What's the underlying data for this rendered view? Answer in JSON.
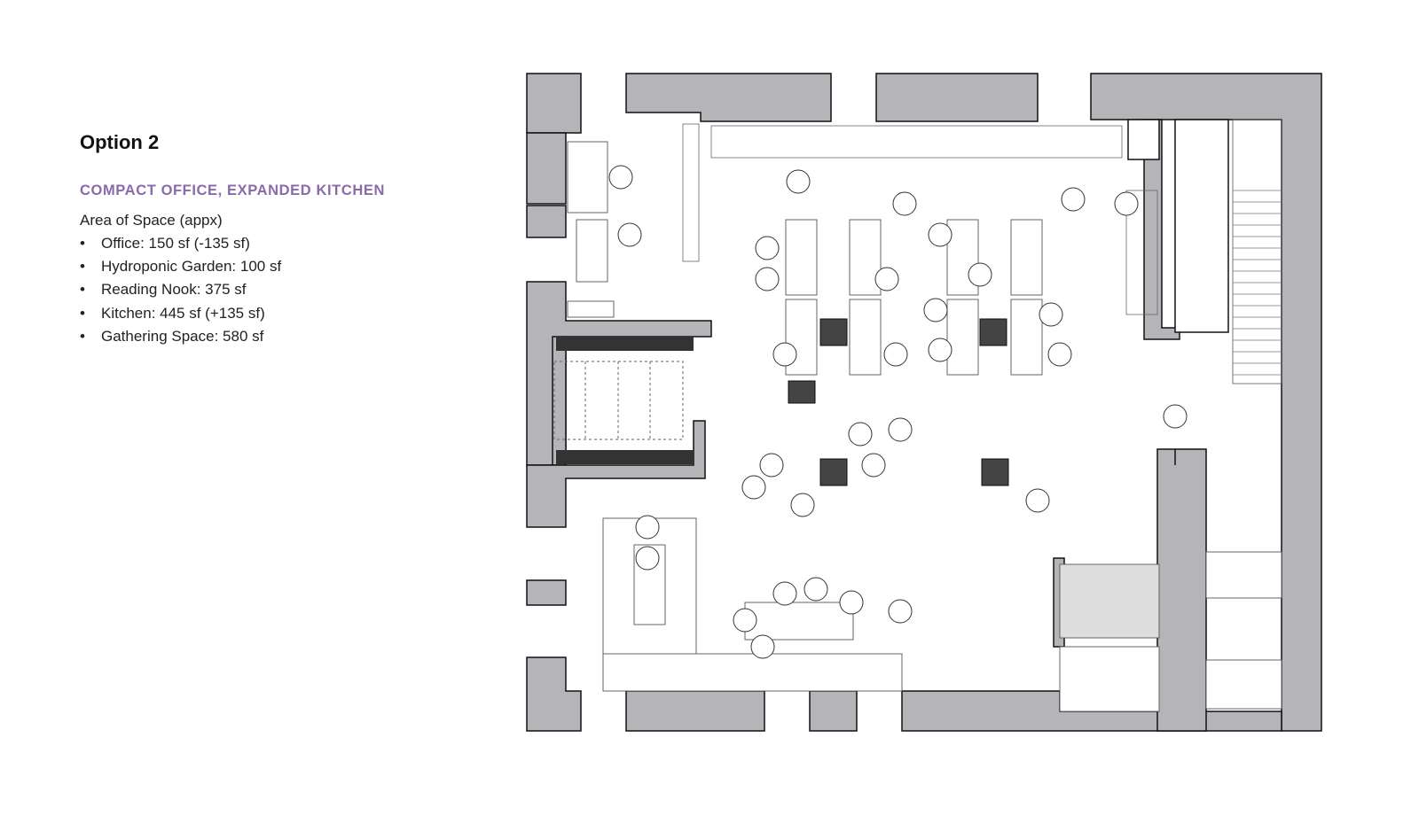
{
  "header": {
    "title": "Option 2",
    "subtitle": "COMPACT OFFICE, EXPANDED KITCHEN",
    "area_label": "Area of Space (appx)"
  },
  "areas": [
    "Office: 150 sf (-135 sf)",
    "Hydroponic Garden: 100 sf",
    "Reading Nook: 375 sf",
    "Kitchen: 445 sf  (+135 sf)",
    "Gathering Space: 580 sf"
  ],
  "bullet": "•",
  "colors": {
    "accent": "#8a6aab",
    "wall": "#b5b5b9"
  }
}
